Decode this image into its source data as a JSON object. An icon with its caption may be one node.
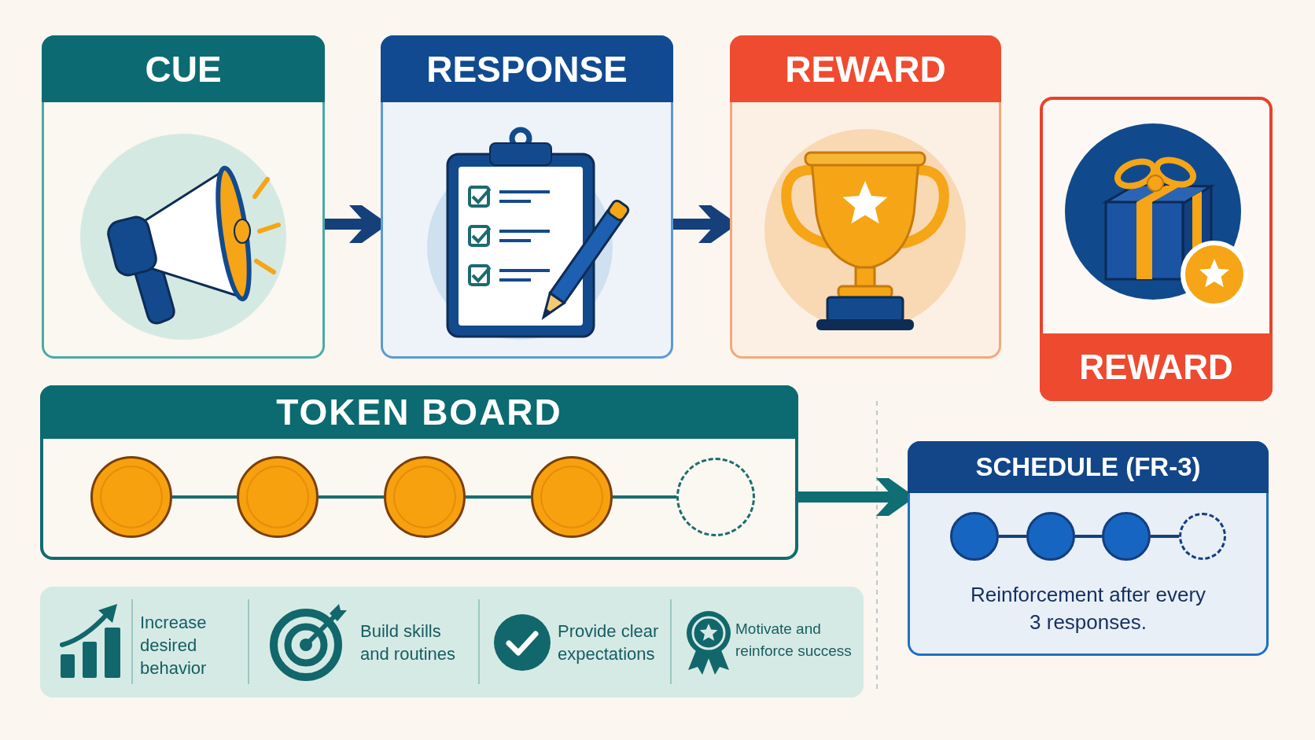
{
  "diagram": {
    "nodes": [
      {
        "text": [
          "CUE"
        ]
      },
      {
        "text": [
          "RESPONSE"
        ]
      },
      {
        "text": [
          "REWARD"
        ]
      },
      {
        "text": [
          "REWARD"
        ]
      },
      {
        "text": [
          "TOKEN BOARD"
        ]
      },
      {
        "text": [],
        "shape": "circle",
        "in": 4
      },
      {
        "text": [],
        "shape": "circle",
        "in": 4
      },
      {
        "text": [],
        "shape": "circle",
        "in": 4
      },
      {
        "text": [],
        "shape": "circle",
        "in": 4
      },
      {
        "text": [],
        "shape": "circle",
        "in": 4
      },
      {
        "text": [
          "SCHEDULE (FR-3)",
          "Reinforcement after every 3 responses."
        ]
      },
      {
        "text": [],
        "shape": "circle",
        "in": 10
      },
      {
        "text": [],
        "shape": "circle",
        "in": 10
      },
      {
        "text": [],
        "shape": "circle",
        "in": 10
      },
      {
        "text": [],
        "shape": "circle",
        "in": 10
      },
      {
        "text": [
          "Increase desired behavior",
          "Build skills and routines",
          "Provide clear expectations",
          "Motivate and reinforce success"
        ]
      }
    ],
    "edges": [
      {
        "from": 0,
        "to": 1,
        "arrow": "to",
        "style": "thick"
      },
      {
        "from": 1,
        "to": 2,
        "arrow": "to",
        "style": "thick"
      },
      {
        "from": 5,
        "to": 6,
        "arrow": "none",
        "color": "#1a6c71"
      },
      {
        "from": 6,
        "to": 7,
        "arrow": "none",
        "color": "#1a6c71"
      },
      {
        "from": 7,
        "to": 8,
        "arrow": "none",
        "color": "#1a6c71"
      },
      {
        "from": 8,
        "to": 9,
        "arrow": "none",
        "color": "#1a6c71"
      },
      {
        "from": 4,
        "to": 10,
        "arrow": "to",
        "style": "thick",
        "color": "#0f6d73"
      },
      {
        "from": 11,
        "to": 12,
        "arrow": "none"
      },
      {
        "from": 12,
        "to": 13,
        "arrow": "none"
      },
      {
        "from": 13,
        "to": 14,
        "arrow": "none"
      }
    ]
  }
}
